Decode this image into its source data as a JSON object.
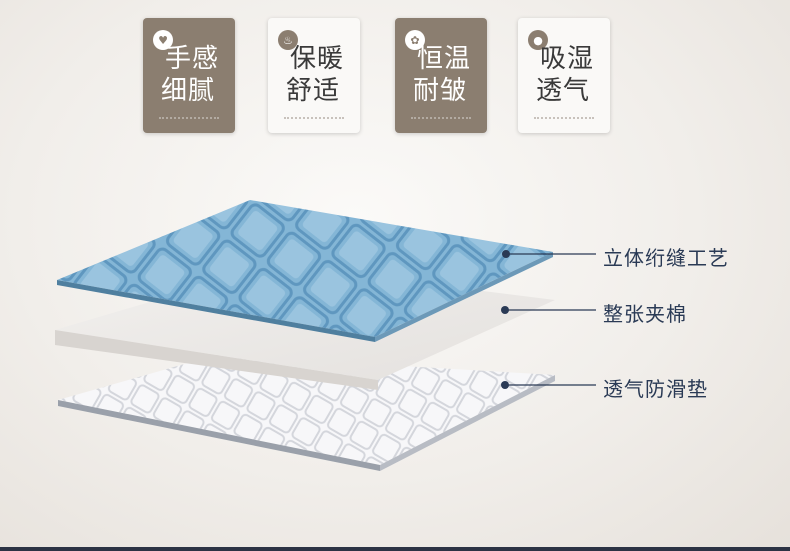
{
  "features": [
    {
      "line1": "手感",
      "line2": "细腻",
      "icon": "heart-icon",
      "style": "dark"
    },
    {
      "line1": "保暖",
      "line2": "舒适",
      "icon": "flame-icon",
      "style": "light"
    },
    {
      "line1": "恒温",
      "line2": "耐皱",
      "icon": "fan-icon",
      "style": "dark"
    },
    {
      "line1": "吸湿",
      "line2": "透气",
      "icon": "droplet-icon",
      "style": "light"
    }
  ],
  "layers": [
    {
      "label": "立体绗缝工艺",
      "name": "quilted-top-layer"
    },
    {
      "label": "整张夹棉",
      "name": "cotton-filling-layer"
    },
    {
      "label": "透气防滑垫",
      "name": "anti-slip-bottom-layer"
    }
  ],
  "colors": {
    "badge_dark": "#8b7e70",
    "badge_light": "#faf9f7",
    "top_layer": "#7fb3d4",
    "callout_text": "#2a3a55",
    "callout_line": "#2a3a55"
  }
}
